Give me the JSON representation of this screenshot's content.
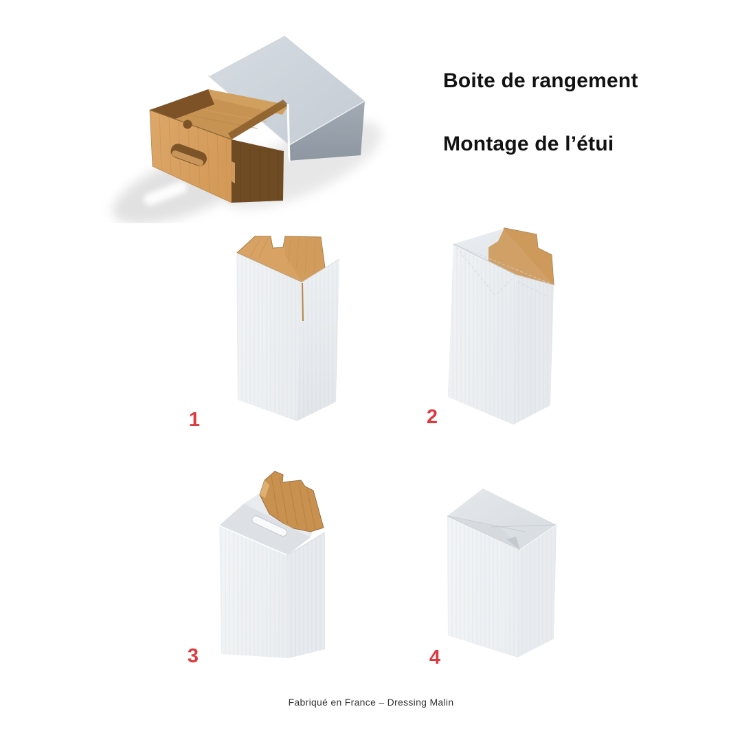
{
  "page": {
    "background": "#ffffff",
    "type": "assembly-instructions-infographic"
  },
  "header": {
    "title_line1": "Boite de rangement",
    "title_line2": "Montage de l’étui"
  },
  "hero": {
    "image_name": "drawer-box-3d-render",
    "description_icon": "kraft-drawer-in-white-sleeve-icon"
  },
  "steps": [
    {
      "number": "1",
      "image_name": "step1-carton-open-kraft-flap-up-icon"
    },
    {
      "number": "2",
      "image_name": "step2-side-flap-folded-kraft-raised-icon"
    },
    {
      "number": "3",
      "image_name": "step3-top-closed-flap-tucking-icon"
    },
    {
      "number": "4",
      "image_name": "step4-carton-fully-closed-icon"
    }
  ],
  "footer": {
    "text": "Fabriqué en France – Dressing Malin"
  },
  "colors": {
    "accent_red": "#DC3A3F",
    "kraft_light": "#D9A265",
    "kraft_mid": "#C79353",
    "kraft_dark": "#7C5226",
    "kraft_edge": "#A87C42",
    "white_face": "#F2F4F6",
    "white_face_shaded": "#E8EBEF",
    "sleeve_top_gray": "#CDD4DB",
    "sleeve_side_gray": "#97A0AA",
    "title_color": "#121212",
    "footer_color": "#333333"
  }
}
